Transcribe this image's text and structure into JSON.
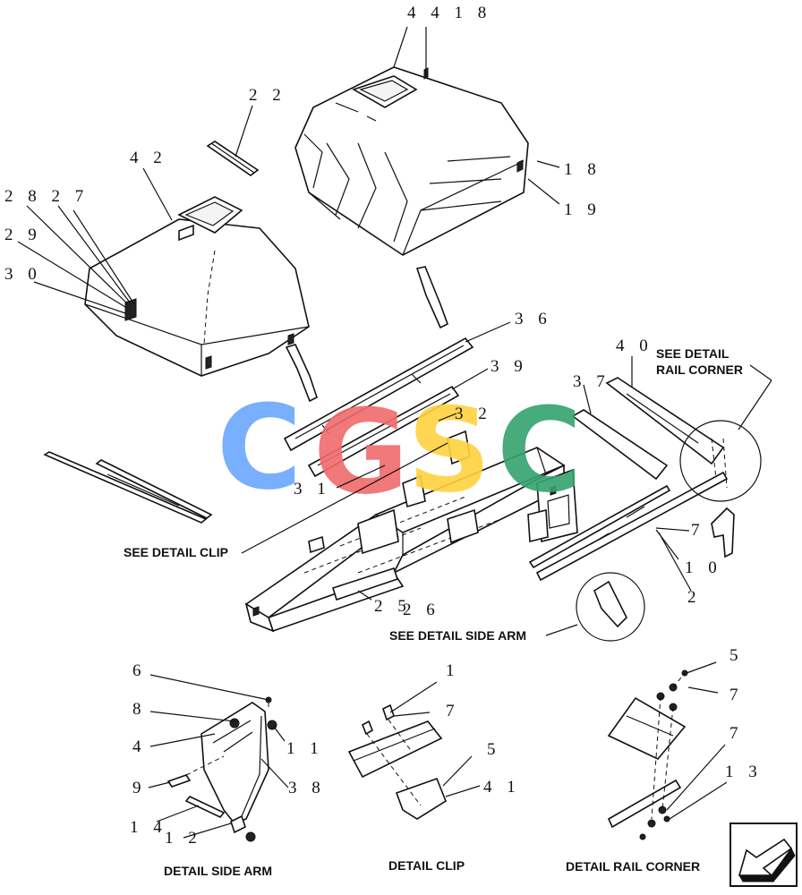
{
  "labels": {
    "p4418": "4 4 1 8",
    "p22": "2 2",
    "p42": "4 2",
    "p2827": "2 8 2 7",
    "p29": "2 9",
    "p30": "3 0",
    "p18": "1 8",
    "p19": "1 9",
    "p36": "3 6",
    "p39": "3 9",
    "p32": "3 2",
    "p31": "3 1",
    "p40": "4 0",
    "p37": "3 7",
    "p7a": "7",
    "p10": "1 0",
    "p2": "2",
    "p25": "2 5",
    "p26": "2 6",
    "p6": "6",
    "p8": "8",
    "p4": "4",
    "p11": "1 1",
    "p9": "9",
    "p38": "3 8",
    "p14": "1 4",
    "p12": "1 2",
    "p1": "1",
    "p7b": "7",
    "p5a": "5",
    "p41": "4 1",
    "p5b": "5",
    "p7c": "7",
    "p7d": "7",
    "p13": "1 3"
  },
  "callouts": {
    "rail_corner_line1": "SEE DETAIL",
    "rail_corner_line2": "RAIL CORNER",
    "detail_clip": "SEE DETAIL CLIP",
    "detail_side_arm": "SEE DETAIL SIDE ARM"
  },
  "captions": {
    "side_arm": "DETAIL SIDE ARM",
    "clip": "DETAIL CLIP",
    "rail_corner": "DETAIL RAIL CORNER"
  },
  "watermark": {
    "letters": [
      "C",
      "G",
      "S",
      "C"
    ],
    "colors": [
      "#6aa7ff",
      "#f06b6b",
      "#ffd23f",
      "#34a36d"
    ]
  },
  "nav_icon": "arrow-next-icon"
}
